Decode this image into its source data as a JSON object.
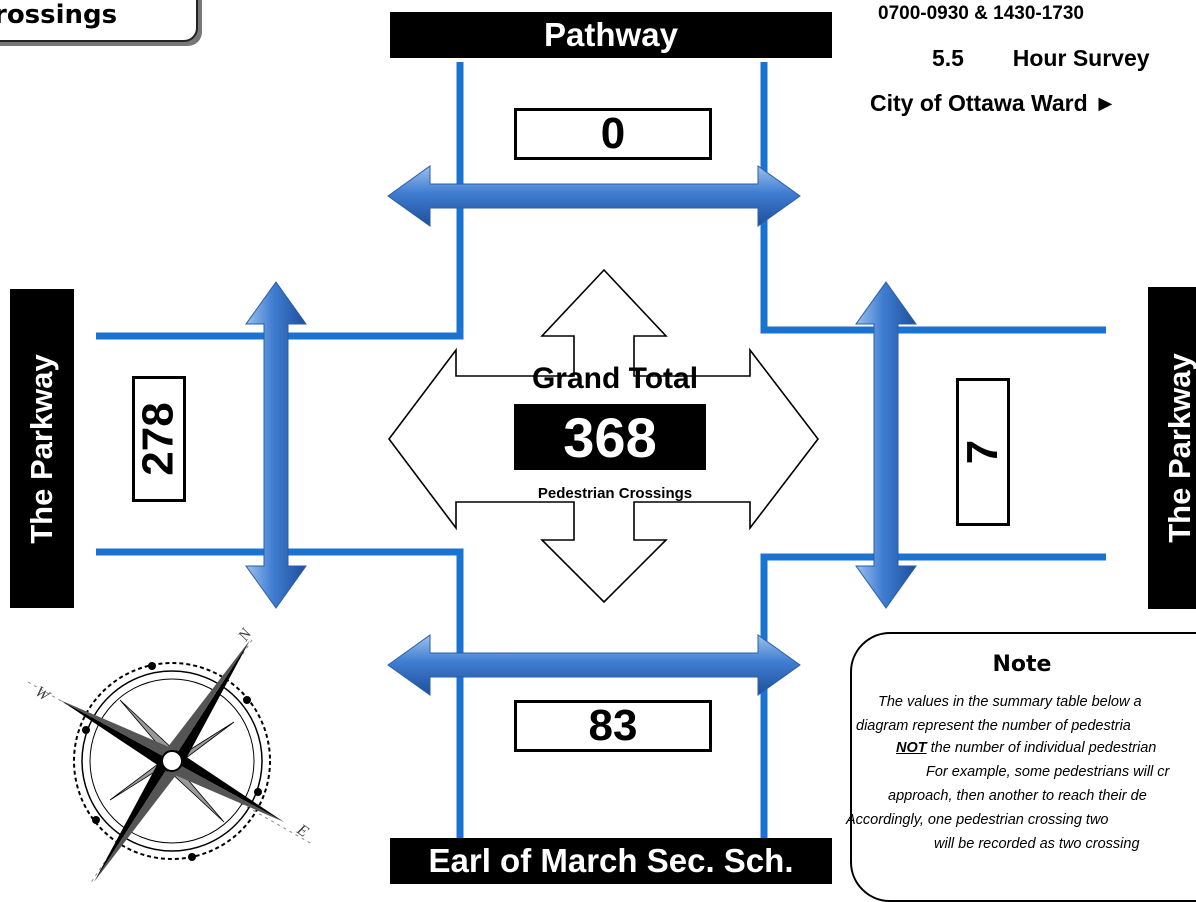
{
  "header": {
    "title": "rossings"
  },
  "streets": {
    "north": "Pathway",
    "south": "Earl of March Sec. Sch.",
    "west": "The Parkway",
    "east": "The Parkway"
  },
  "info": {
    "hours": "0700-0930 & 1430-1730",
    "survey_hours": "5.5",
    "survey_label": "Hour Survey",
    "ward_label": "City of Ottawa Ward ►"
  },
  "counts": {
    "north": "0",
    "south": "83",
    "west": "278",
    "east": "7"
  },
  "center": {
    "label": "Grand Total",
    "total": "368",
    "sublabel": "Pedestrian Crossings"
  },
  "compass": {
    "n": "N",
    "e": "E",
    "w": "W"
  },
  "note": {
    "title": "Note",
    "lines": [
      "The values in the summary table below a",
      "diagram represent the number of pedestria",
      "the number of individual pedestrian",
      "For example, some pedestrians will cr",
      "approach, then another to reach their de",
      "Accordingly, one pedestrian crossing two",
      "will be recorded as two crossing"
    ],
    "emphasis": "NOT"
  },
  "colors": {
    "road": "#1a73d0",
    "arrow": "#3f7dd1",
    "street_bg": "#000000"
  }
}
